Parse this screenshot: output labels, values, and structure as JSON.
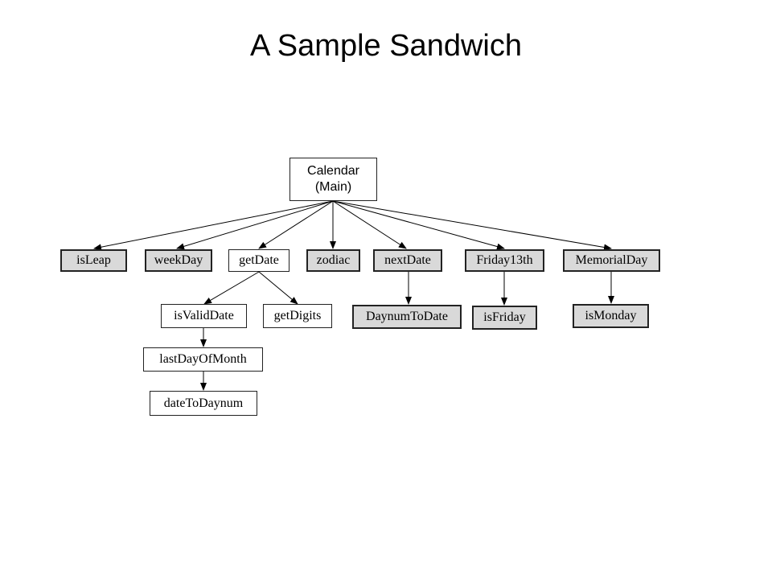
{
  "slide": {
    "title": "A Sample Sandwich"
  },
  "diagram": {
    "root": {
      "line1": "Calendar",
      "line2": "(Main)"
    },
    "level1": [
      {
        "label": "isLeap",
        "shaded": true
      },
      {
        "label": "weekDay",
        "shaded": true
      },
      {
        "label": "getDate",
        "shaded": false
      },
      {
        "label": "zodiac",
        "shaded": true
      },
      {
        "label": "nextDate",
        "shaded": true
      },
      {
        "label": "Friday13th",
        "shaded": true
      },
      {
        "label": "MemorialDay",
        "shaded": true
      }
    ],
    "level2": [
      {
        "label": "isValidDate",
        "shaded": false
      },
      {
        "label": "getDigits",
        "shaded": false
      },
      {
        "label": "DaynumToDate",
        "shaded": true
      },
      {
        "label": "isFriday",
        "shaded": true
      },
      {
        "label": "isMonday",
        "shaded": true
      }
    ],
    "level3": [
      {
        "label": "lastDayOfMonth",
        "shaded": false
      }
    ],
    "level4": [
      {
        "label": "dateToDaynum",
        "shaded": false
      }
    ],
    "colors": {
      "shaded_fill": "#d9d9d9",
      "plain_fill": "#ffffff",
      "border": "#222222"
    }
  }
}
